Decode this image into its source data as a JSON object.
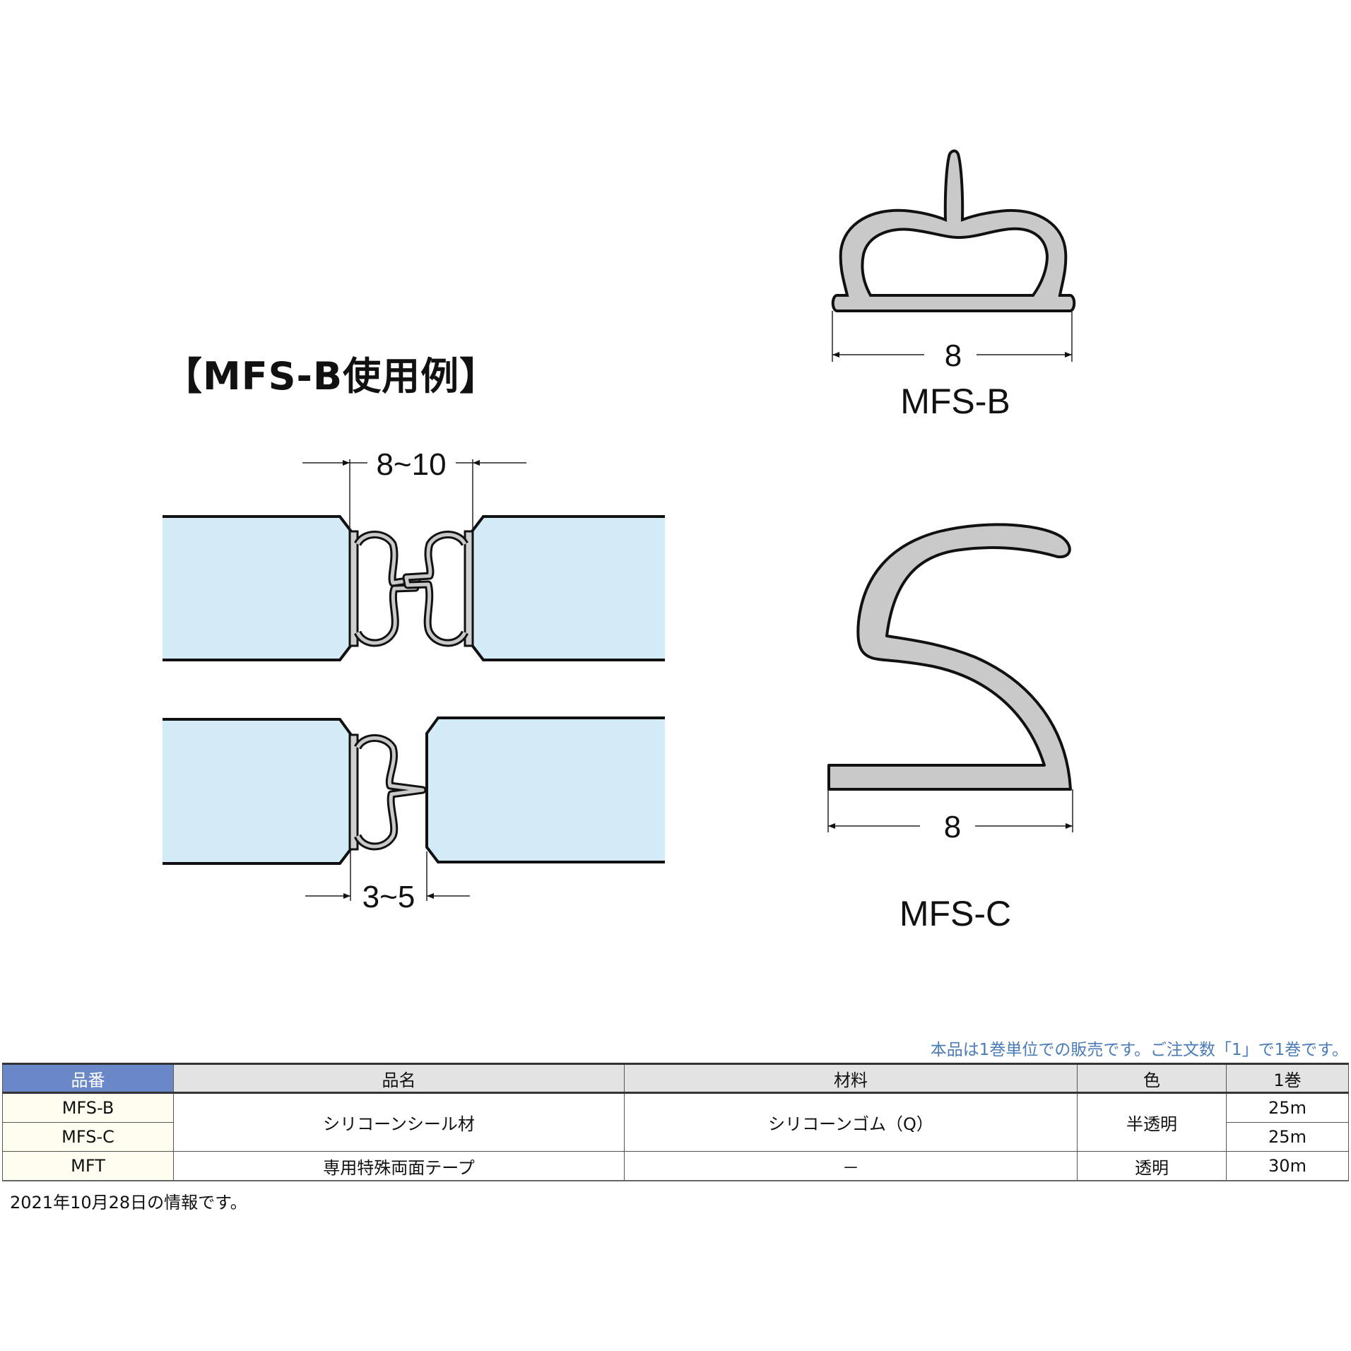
{
  "usage_example": {
    "title": "【MFS-B使用例】",
    "top_dimension": "8~10",
    "bottom_dimension": "3~5"
  },
  "profiles": [
    {
      "name": "MFS-B",
      "width_dimension": "8"
    },
    {
      "name": "MFS-C",
      "width_dimension": "8"
    }
  ],
  "colors": {
    "glass_fill": "#d3eaf7",
    "seal_fill": "#c9c9c9",
    "header_blue": "#6a88c8",
    "header_grey": "#e3e3e3",
    "code_cell": "#fefdf0",
    "note_blue": "#4a7bb7"
  },
  "note": "本品は1巻単位での販売です。ご注文数「1」で1巻です。",
  "table": {
    "headers": [
      "品番",
      "品名",
      "材料",
      "色",
      "1巻"
    ],
    "rows": [
      {
        "code": "MFS-B",
        "name": "シリコーンシール材",
        "material": "シリコーンゴム（Q）",
        "color": "半透明",
        "per_roll": "25m"
      },
      {
        "code": "MFS-C",
        "name": "シリコーンシール材",
        "material": "シリコーンゴム（Q）",
        "color": "半透明",
        "per_roll": "25m"
      },
      {
        "code": "MFT",
        "name": "専用特殊両面テープ",
        "material": "－",
        "color": "透明",
        "per_roll": "30m"
      }
    ]
  },
  "footer": "2021年10月28日の情報です。"
}
